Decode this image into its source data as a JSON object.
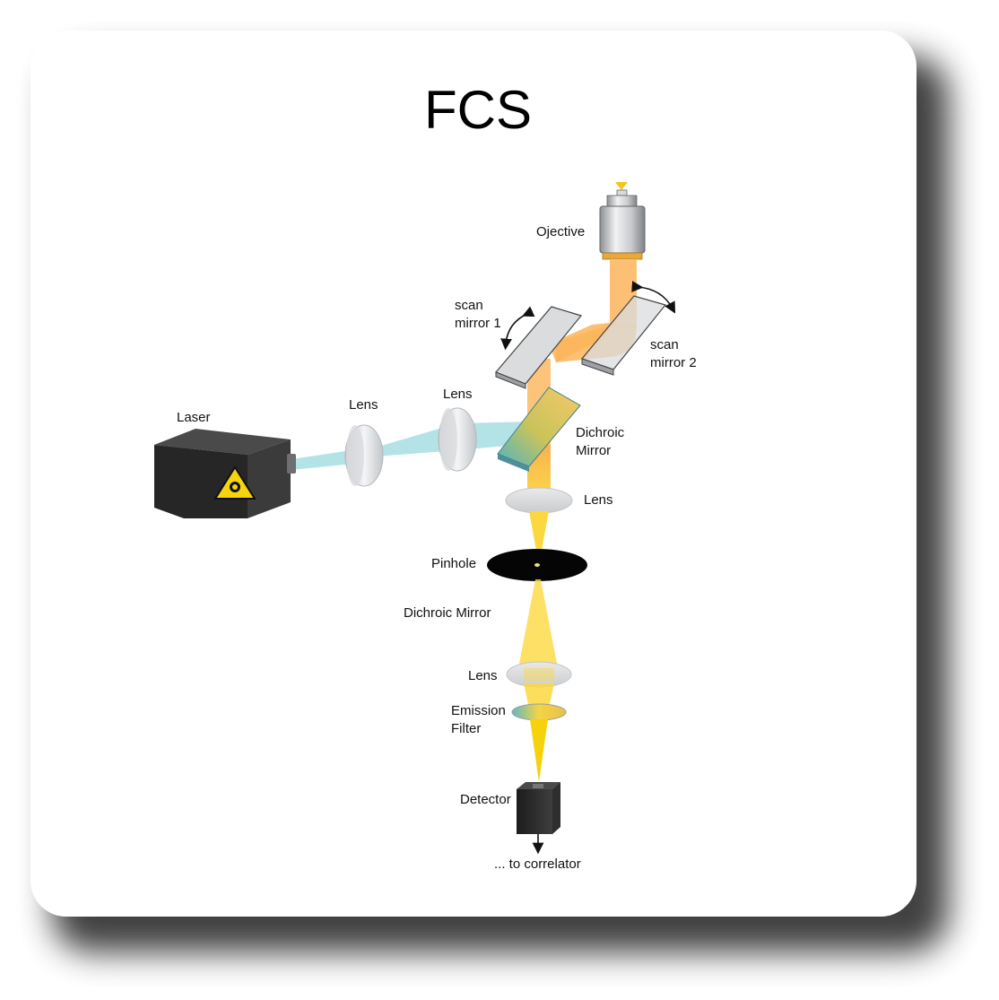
{
  "title": "FCS",
  "labels": {
    "objective": "Ojective",
    "scan_mirror_1": [
      "scan",
      "mirror 1"
    ],
    "scan_mirror_2": [
      "scan",
      "mirror 2"
    ],
    "laser": "Laser",
    "lens_1": "Lens",
    "lens_2": "Lens",
    "dichroic_mirror_upper": [
      "Dichroic",
      "Mirror"
    ],
    "lens_3": "Lens",
    "pinhole": "Pinhole",
    "dichroic_mirror_lower": "Dichroic Mirror",
    "lens_4": "Lens",
    "emission_filter": [
      "Emission",
      "Filter"
    ],
    "detector": "Detector",
    "to_correlator": "... to correlator"
  },
  "colors": {
    "excitation_beam": "#a6dde3",
    "emission_beam_orange": "#fbb45a",
    "emission_beam_yellow": "#fcd840",
    "laser_body": "#2a2a2a",
    "warning_sign": "#f5d40f"
  },
  "icons": [
    "laser-warning-icon",
    "rotation-arrow-icon"
  ]
}
